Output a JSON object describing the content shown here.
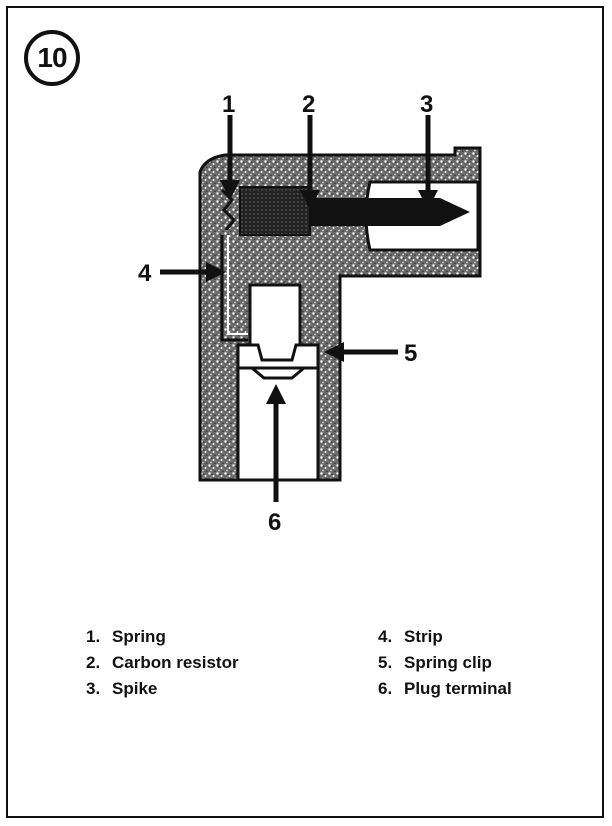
{
  "figure": {
    "number": "10"
  },
  "callouts": [
    {
      "id": "1",
      "text": "1"
    },
    {
      "id": "2",
      "text": "2"
    },
    {
      "id": "3",
      "text": "3"
    },
    {
      "id": "4",
      "text": "4"
    },
    {
      "id": "5",
      "text": "5"
    },
    {
      "id": "6",
      "text": "6"
    }
  ],
  "legend": {
    "left": [
      {
        "num": "1.",
        "label": "Spring"
      },
      {
        "num": "2.",
        "label": "Carbon resistor"
      },
      {
        "num": "3.",
        "label": "Spike"
      }
    ],
    "right": [
      {
        "num": "4.",
        "label": "Strip"
      },
      {
        "num": "5.",
        "label": "Spring clip"
      },
      {
        "num": "6.",
        "label": "Plug terminal"
      }
    ]
  },
  "colors": {
    "ink": "#111111",
    "paper": "#ffffff",
    "stipple": "#5a5a5a"
  }
}
